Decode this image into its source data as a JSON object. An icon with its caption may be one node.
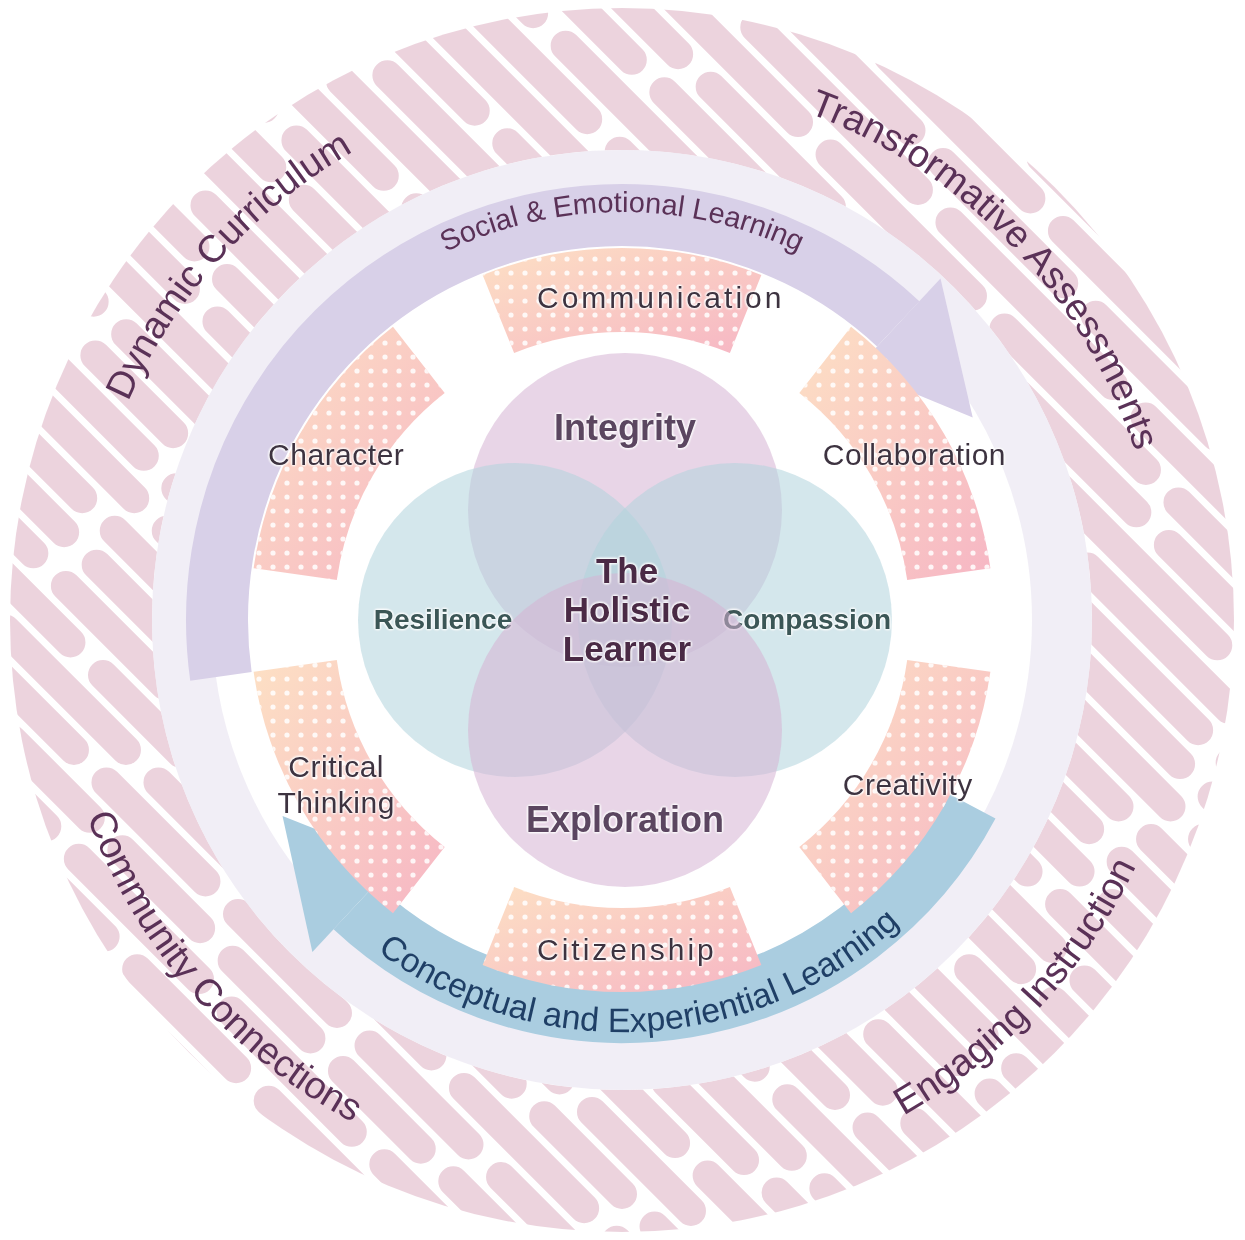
{
  "diagram": {
    "nodes": [
      {
        "text": [
          "Integrity"
        ]
      },
      {
        "text": [
          "Resilience"
        ]
      },
      {
        "text": [
          "Compassion"
        ]
      },
      {
        "text": [
          "Exploration"
        ]
      },
      {
        "text": [
          "Communication"
        ]
      },
      {
        "text": [
          "Collaboration"
        ]
      },
      {
        "text": [
          "Creativity"
        ]
      },
      {
        "text": [
          "Citizenship"
        ]
      },
      {
        "text": [
          "Critical Thinking"
        ]
      },
      {
        "text": [
          "Character"
        ]
      }
    ],
    "labels": [
      "Dynamic Curriculum",
      "Transformative Assessments",
      "Social & Emotional Learning",
      "The Holistic Learner",
      "Conceptual and Experiential Learning",
      "Community Connections",
      "Engaging Instruction"
    ]
  }
}
